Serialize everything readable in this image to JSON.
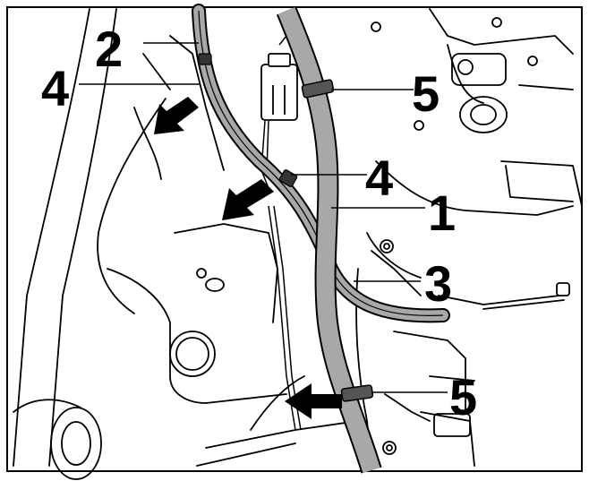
{
  "figure": {
    "callouts": {
      "c2": "2",
      "c4_left": "4",
      "c5_top": "5",
      "c4_mid": "4",
      "c1": "1",
      "c3": "3",
      "c5_bottom": "5"
    },
    "colors": {
      "line": "#000000",
      "harness_fill": "#a8a8a8",
      "background": "#ffffff"
    },
    "icons": [
      "arrow-icon",
      "cable-tie-icon",
      "connector-icon"
    ]
  }
}
